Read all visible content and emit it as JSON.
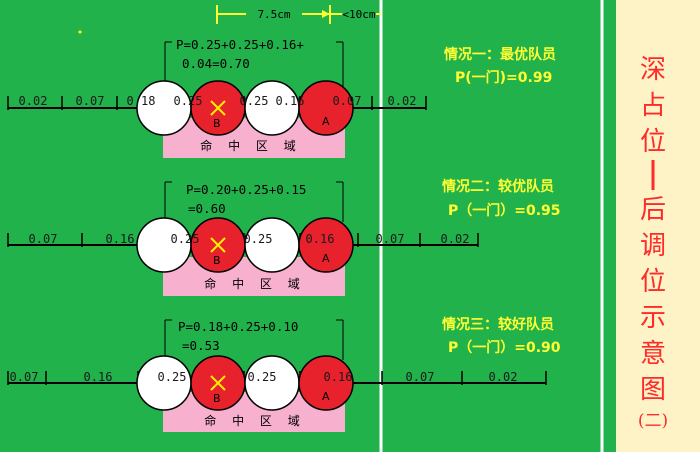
{
  "dimensions": {
    "left": "7.5cm",
    "right": "<10cm"
  },
  "side_title": [
    "深",
    "占",
    "位",
    "后",
    "调",
    "位",
    "示",
    "意",
    "图"
  ],
  "side_suffix": "(二)",
  "colors": {
    "field": "#22b24c",
    "panel": "#fdf3c6",
    "pink": "#f8b0cf",
    "red_ball": "#e8222c",
    "case_text": "#ffff33",
    "side_text": "#ff2a2a"
  },
  "zone_label": "命 中 区 域",
  "cases": [
    {
      "title": "情况一：最优队员",
      "result": "P(一门)=0.99",
      "formula_line1": "P=0.25+0.25+0.16+",
      "formula_line2": "0.04=0.70",
      "segments": [
        "0.02",
        "0.07",
        "0.18",
        "0.25",
        "0.25",
        "0.16",
        "0.07",
        "0.02"
      ],
      "ball_b": "B",
      "ball_a": "A"
    },
    {
      "title": "情况二：较优队员",
      "result": "P（一门）=0.95",
      "formula_line1": "P=0.20+0.25+0.15",
      "formula_line2": "=0.60",
      "segments": [
        "0.07",
        "0.16",
        "0.25",
        "0.25",
        "0.16",
        "0.07",
        "0.02"
      ],
      "ball_b": "B",
      "ball_a": "A"
    },
    {
      "title": "情况三：较好队员",
      "result": "P（一门）=0.90",
      "formula_line1": "P=0.18+0.25+0.10",
      "formula_line2": "=0.53",
      "segments": [
        "0.07",
        "0.16",
        "0.25",
        "0.25",
        "0.16",
        "0.07",
        "0.02"
      ],
      "ball_b": "B",
      "ball_a": "A"
    }
  ]
}
